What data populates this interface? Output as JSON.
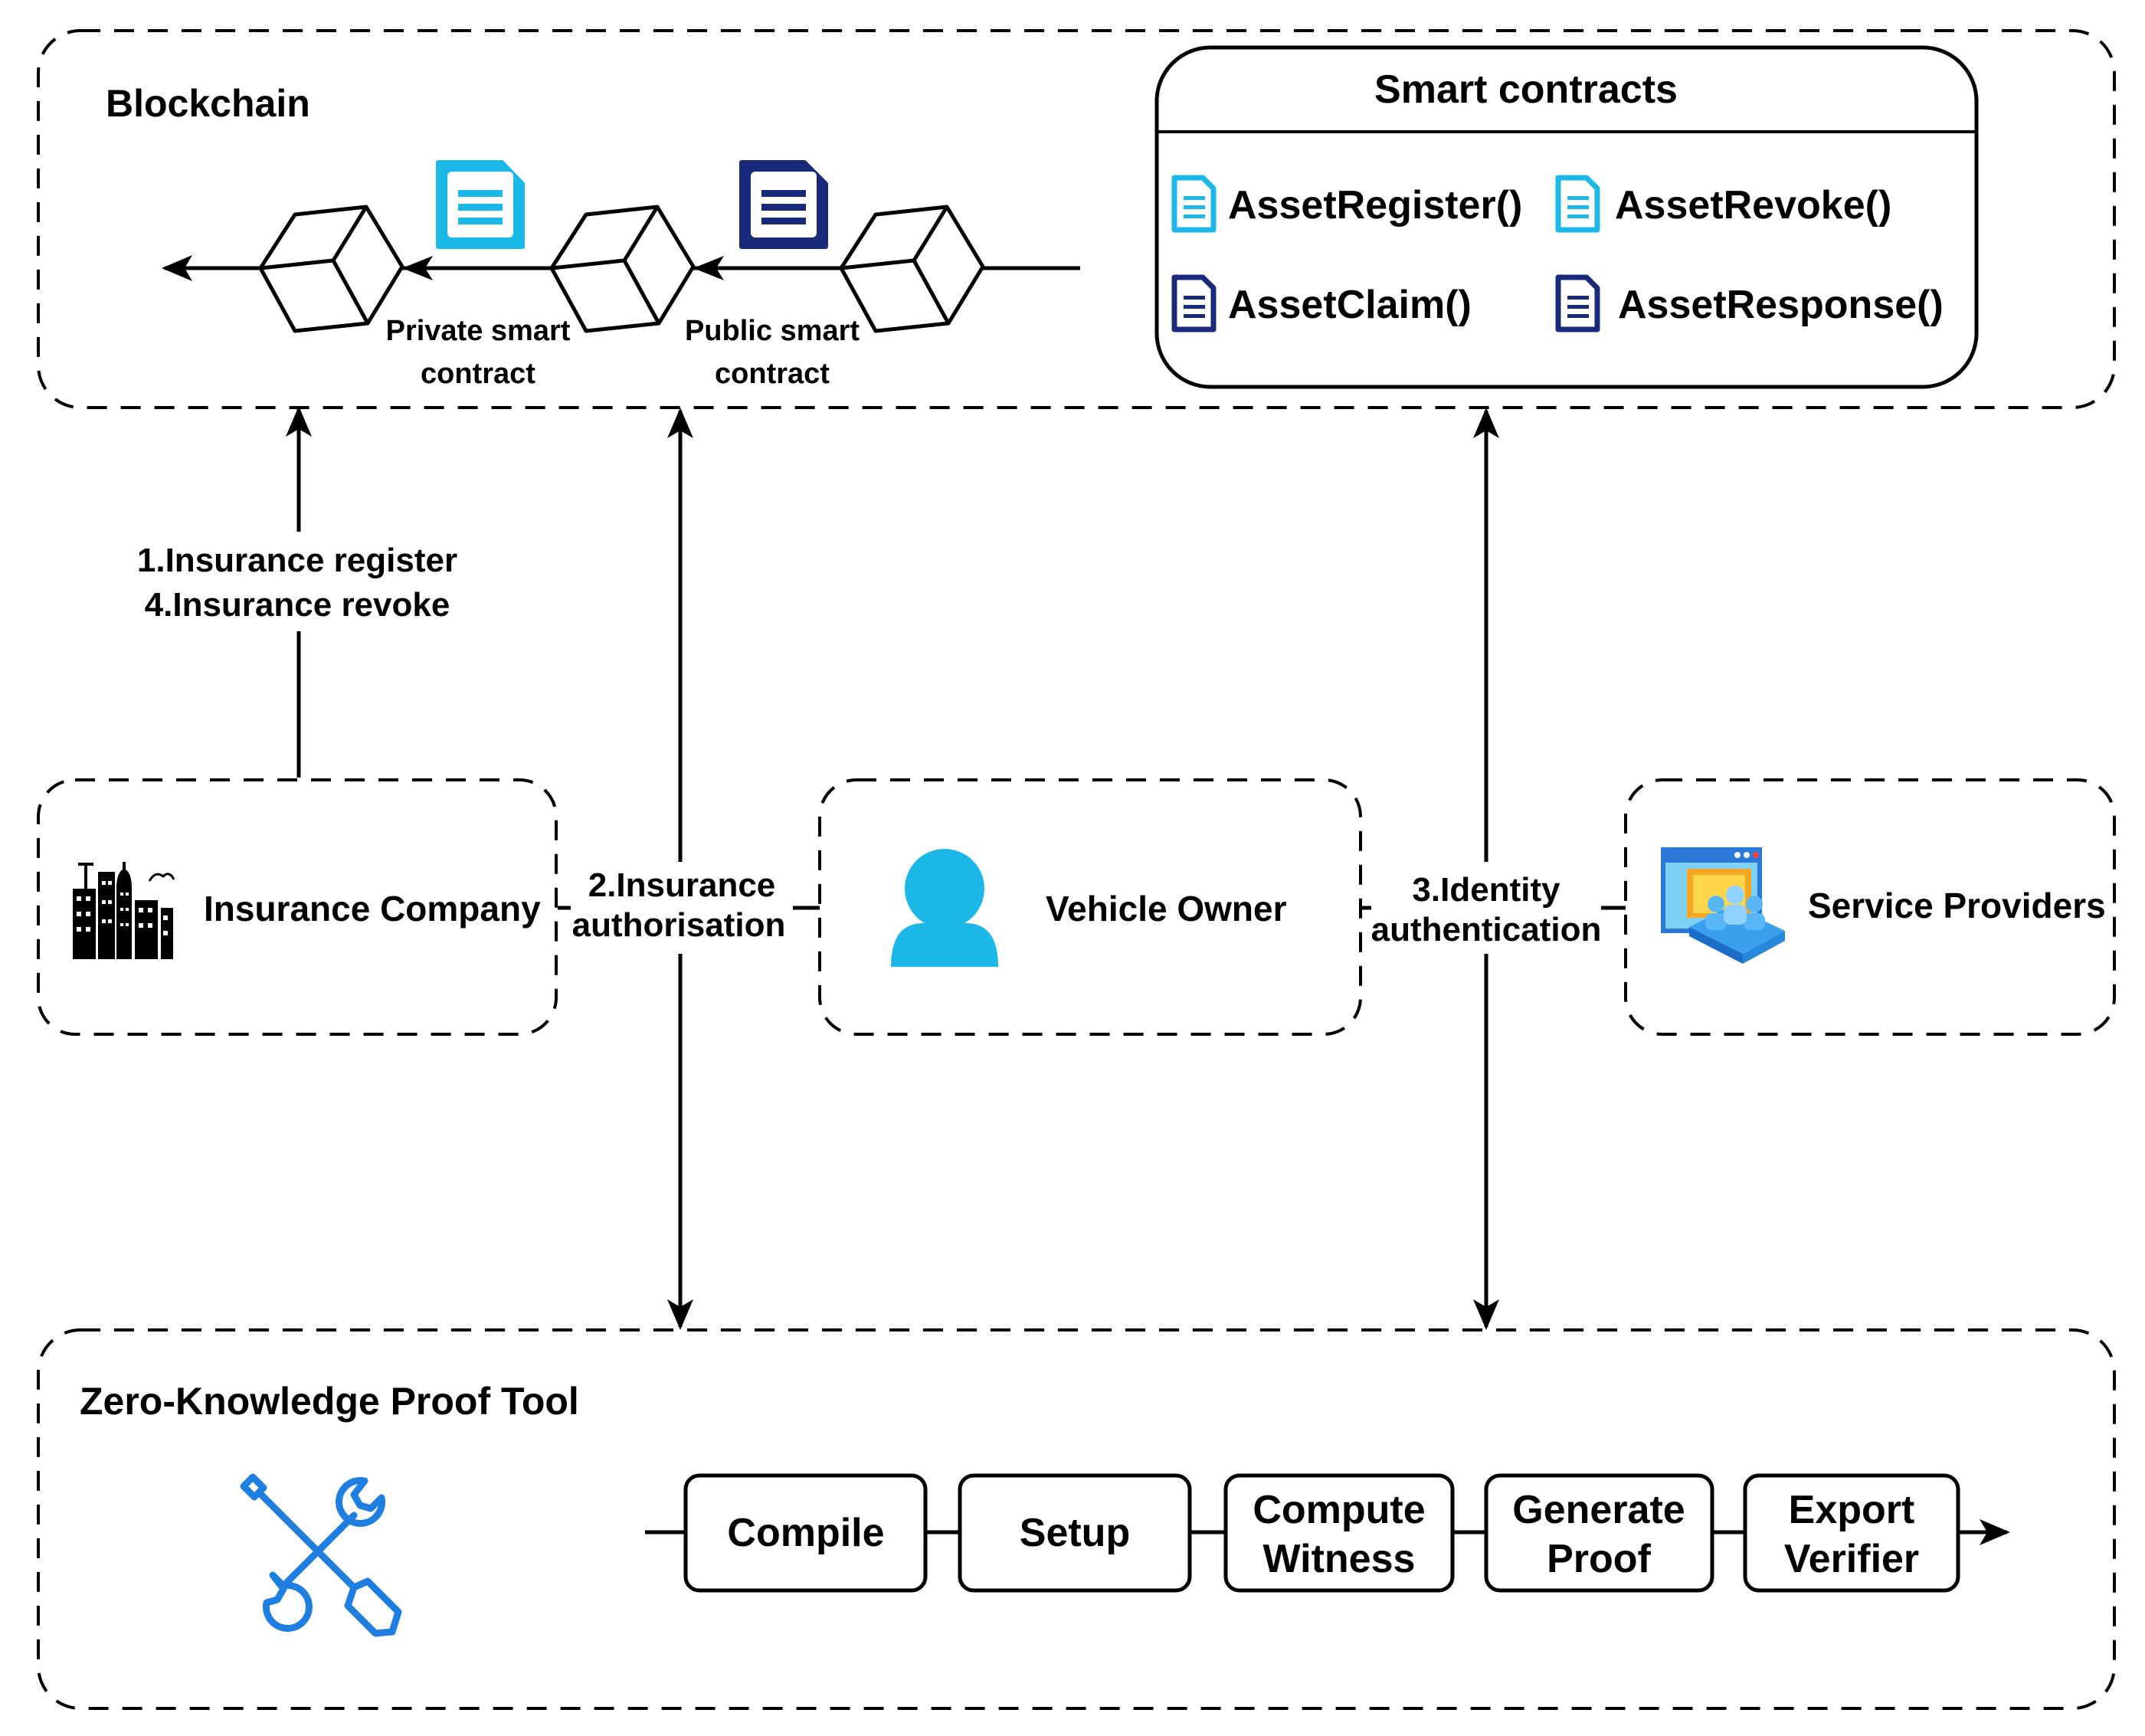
{
  "blockchain": {
    "title": "Blockchain",
    "private_contract": [
      "Private smart",
      "contract"
    ],
    "public_contract": [
      "Public smart",
      "contract"
    ]
  },
  "smart_contracts": {
    "title": "Smart contracts",
    "functions": [
      "AssetRegister()",
      "AssetRevoke()",
      "AssetClaim()",
      "AssetResponse()"
    ]
  },
  "flows": {
    "register_revoke": [
      "1.Insurance register",
      "4.Insurance revoke"
    ],
    "authorisation": [
      "2.Insurance",
      "authorisation"
    ],
    "identity": [
      "3.Identity",
      "authentication"
    ]
  },
  "actors": {
    "insurance_company": "Insurance Company",
    "vehicle_owner": "Vehicle Owner",
    "service_providers": "Service Providers"
  },
  "zkp": {
    "title": "Zero-Knowledge Proof Tool",
    "steps": [
      [
        "Compile"
      ],
      [
        "Setup"
      ],
      [
        "Compute",
        "Witness"
      ],
      [
        "Generate",
        "Proof"
      ],
      [
        "Export",
        "Verifier"
      ]
    ]
  },
  "colors": {
    "private_doc": "#1cb8e8",
    "public_doc": "#1a2a7a",
    "person": "#1cb8e8",
    "tools": "#1e7fe0"
  }
}
